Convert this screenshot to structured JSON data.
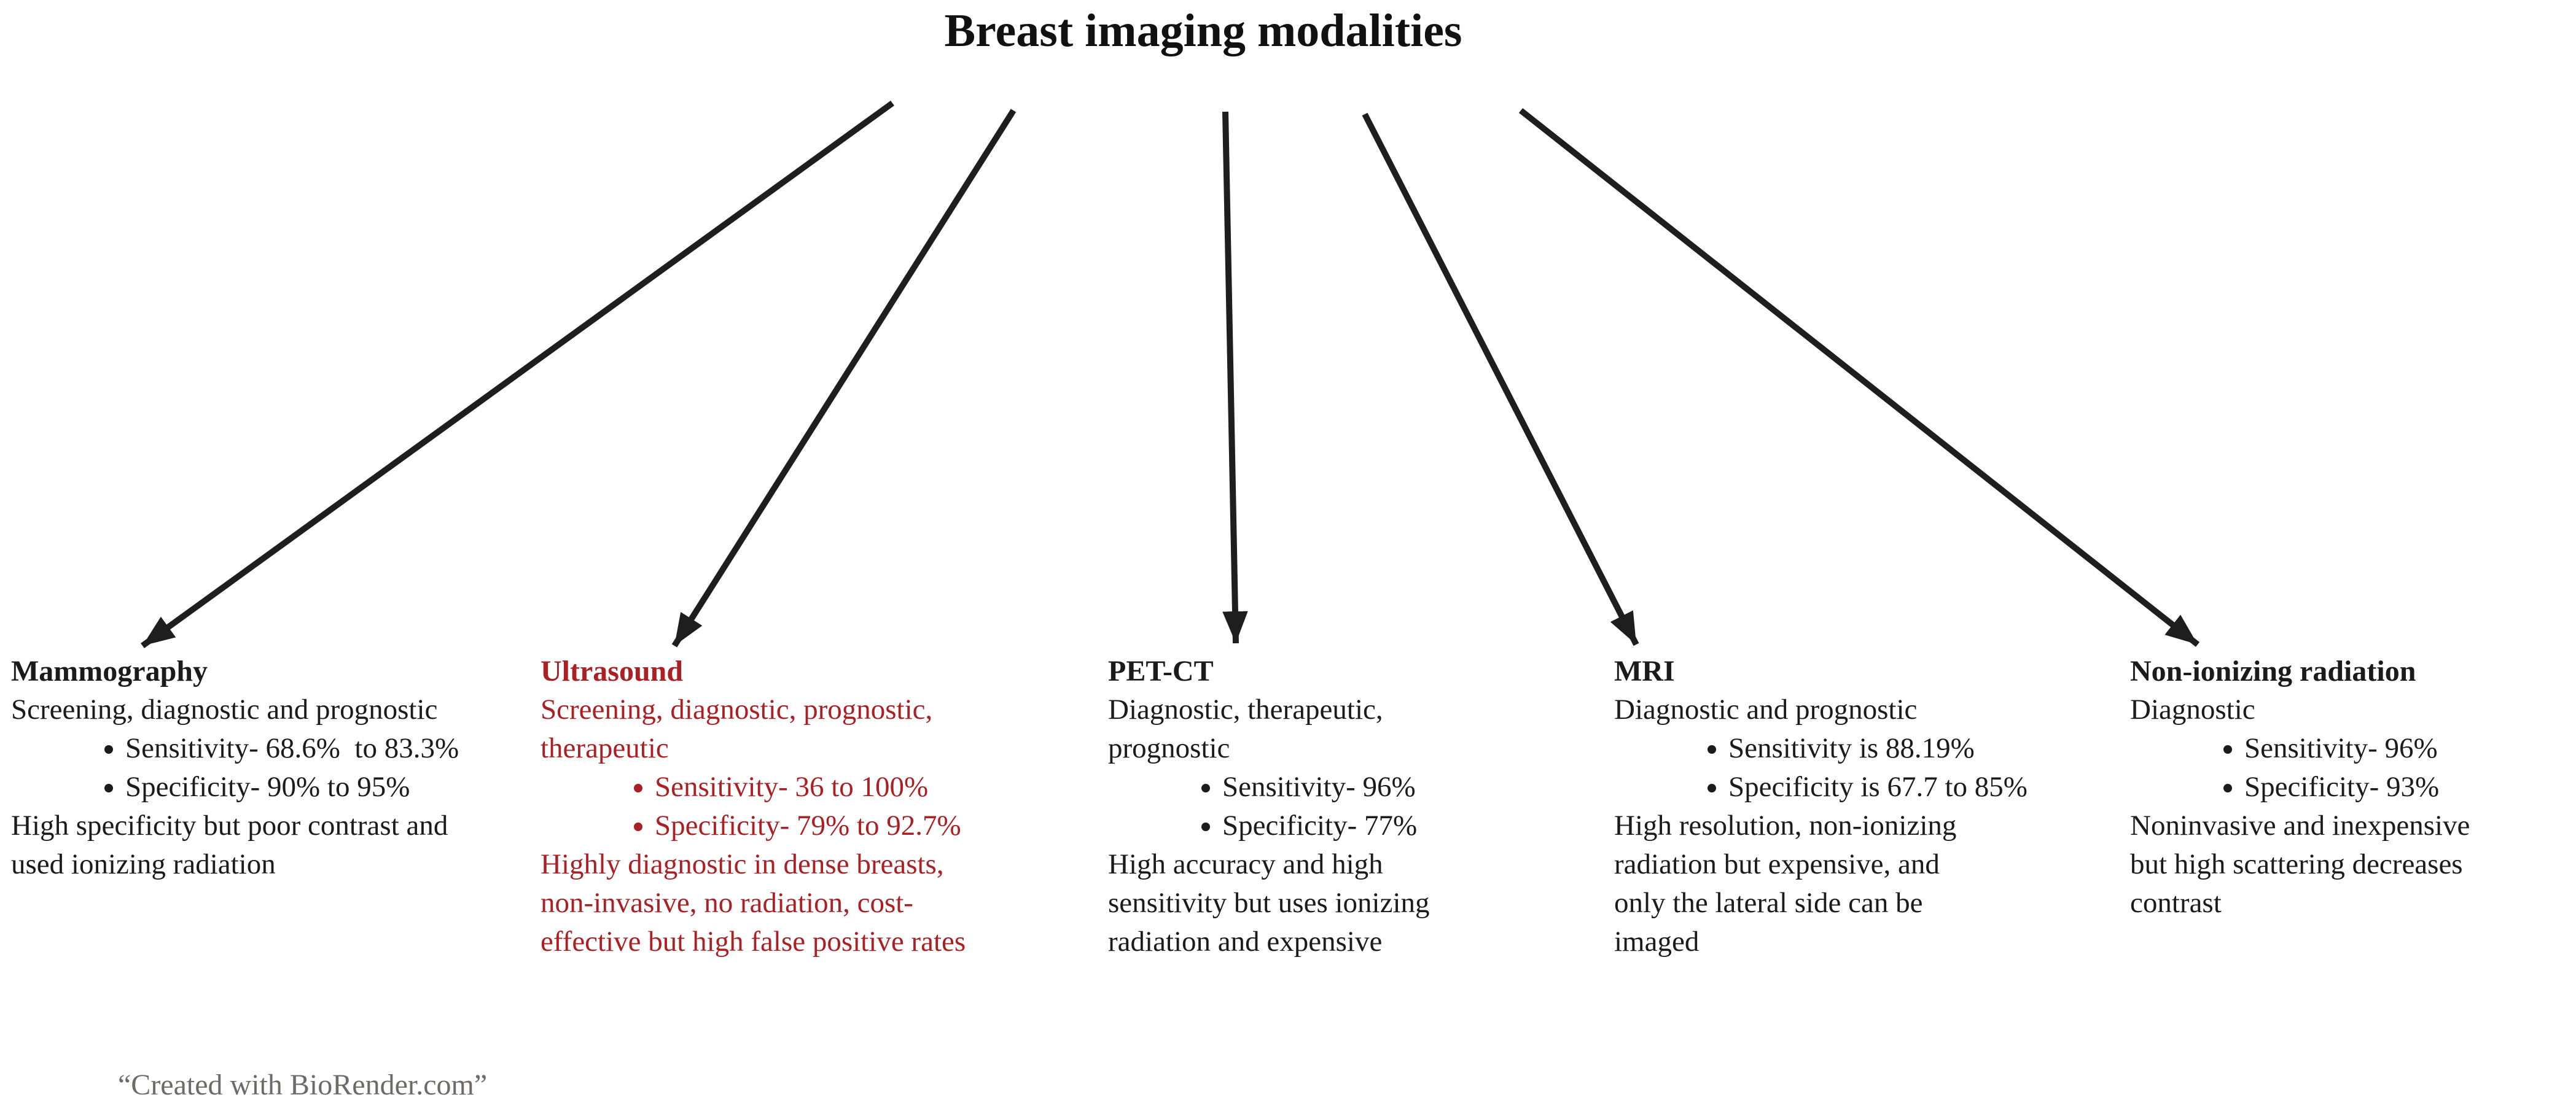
{
  "title": "Breast imaging modalities",
  "attribution": "“Created with BioRender.com”",
  "colors": {
    "background": "#ffffff",
    "text_black": "#1b1b1b",
    "ultrasound_red": "#a92025",
    "arrow_black": "#1e1e1e",
    "attribution_gray": "#6d6a68"
  },
  "connections": [
    {
      "from": "Breast imaging modalities",
      "to": "Mammography"
    },
    {
      "from": "Breast imaging modalities",
      "to": "Ultrasound"
    },
    {
      "from": "Breast imaging modalities",
      "to": "PET-CT"
    },
    {
      "from": "Breast imaging modalities",
      "to": "MRI"
    },
    {
      "from": "Breast imaging modalities",
      "to": "Non-ionizing radiation"
    }
  ],
  "modalities": [
    {
      "title": "Mammography",
      "intro": "Screening, diagnostic and prognostic",
      "bullets": [
        "Sensitivity- 68.6%  to 83.3%",
        "Specificity- 90% to 95%"
      ],
      "note": [
        "High specificity but poor contrast and",
        "used ionizing radiation"
      ]
    },
    {
      "title": "Ultrasound",
      "intro": [
        "Screening, diagnostic, prognostic,",
        "therapeutic"
      ],
      "bullets": [
        "Sensitivity- 36 to 100%",
        "Specificity- 79% to 92.7%"
      ],
      "note": [
        "Highly diagnostic in dense breasts,",
        "non-invasive, no radiation, cost-",
        "effective but high false positive rates"
      ]
    },
    {
      "title": "PET-CT",
      "intro": [
        "Diagnostic, therapeutic,",
        "prognostic"
      ],
      "bullets": [
        "Sensitivity- 96%",
        "Specificity- 77%"
      ],
      "note": [
        "High accuracy and high",
        "sensitivity but uses ionizing",
        "radiation and expensive"
      ]
    },
    {
      "title": "MRI",
      "intro": "Diagnostic and prognostic",
      "bullets": [
        "Sensitivity is 88.19%",
        "Specificity is 67.7 to 85%"
      ],
      "note": [
        "High resolution, non-ionizing",
        "radiation but expensive, and",
        "only the lateral side can be",
        "imaged"
      ]
    },
    {
      "title": "Non-ionizing radiation",
      "intro": "Diagnostic",
      "bullets": [
        "Sensitivity- 96%",
        "Specificity- 93%"
      ],
      "note": [
        "Noninvasive and inexpensive",
        "but high scattering decreases",
        "contrast"
      ]
    }
  ]
}
